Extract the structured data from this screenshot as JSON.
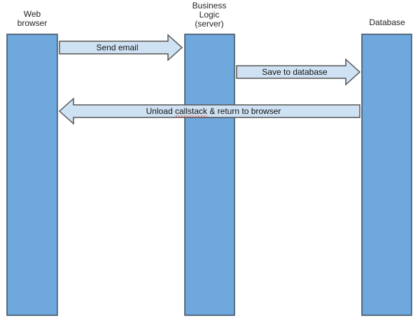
{
  "colors": {
    "lane_fill": "#6fa8dc",
    "lane_stroke": "#3d4f5f",
    "arrow_fill": "#cfe2f3",
    "arrow_stroke": "#555555"
  },
  "lanes": [
    {
      "label_lines": [
        "Web",
        "browser"
      ]
    },
    {
      "label_lines": [
        "Business",
        "Logic",
        "(server)"
      ]
    },
    {
      "label_lines": [
        "Database"
      ]
    }
  ],
  "arrows": [
    {
      "label": "Send email",
      "direction": "right"
    },
    {
      "label": "Save to database",
      "direction": "right"
    },
    {
      "label_before": "Unload ",
      "label_flagged": "callstack",
      "label_after": " & return to browser",
      "direction": "left"
    }
  ]
}
